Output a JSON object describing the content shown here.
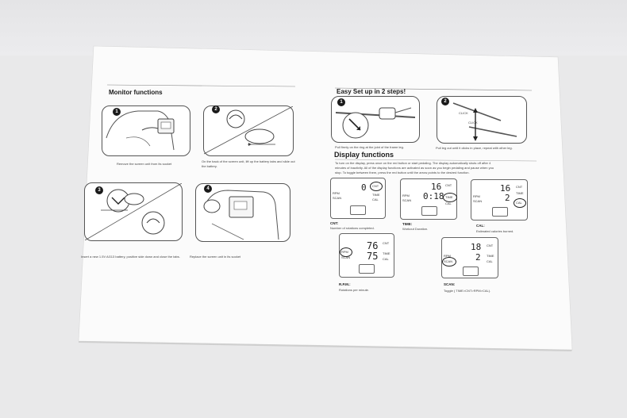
{
  "left_page": {
    "title": "Monitor functions",
    "steps": [
      {
        "num": "1",
        "caption": "Remove the screen unit from its socket"
      },
      {
        "num": "2",
        "caption": "On the back of the screen unit, lift up the battery tabs and slide out the battery."
      },
      {
        "num": "3",
        "caption": "Insert a new 1.5V AG13 battery, positive side down and close the tabs."
      },
      {
        "num": "4",
        "caption": "Replace the screen unit in its socket"
      }
    ]
  },
  "right_page": {
    "setup_title": "Easy Set up in 2 steps!",
    "setup_steps": [
      {
        "num": "1",
        "caption": "Pull firmly on the ring at the joint of the frame leg."
      },
      {
        "num": "2",
        "caption": "Pull leg out until it clicks in place, repeat with other leg.",
        "label_a": "CLICK",
        "label_b": "CLICK"
      }
    ],
    "display_title": "Display functions",
    "display_intro_1": "To turn on the display, press once on the red button or start pedaling. The display automatically shuts off after 4",
    "display_intro_2": "minutes of inactivity. All of the display functions are activated as soon as you begin pedaling and pause when you",
    "display_intro_3": "stop. To toggle between them, press the red button until the arrow points to the desired function.",
    "tags": {
      "cnt": "CNT",
      "time": "TIME",
      "cal": "CAL",
      "rpm": "RPM",
      "scan": "SCAN"
    },
    "displays": [
      {
        "top": "0",
        "bottom": "",
        "label": "CNT:",
        "desc": "Number of rotations completed."
      },
      {
        "top": "16",
        "bottom": "0:18",
        "label": "TIME:",
        "desc": "Workout Duration."
      },
      {
        "top": "16",
        "bottom": "2",
        "label": "CAL:",
        "desc": "Estimated calories burned."
      },
      {
        "top": "76",
        "bottom": "75",
        "label": "R.P.M.:",
        "desc": "Rotations per minute."
      },
      {
        "top": "18",
        "bottom": "2",
        "label": "SCAN:",
        "desc": "Toggle ( TIME>CNT>RPM>CAL)."
      }
    ]
  }
}
